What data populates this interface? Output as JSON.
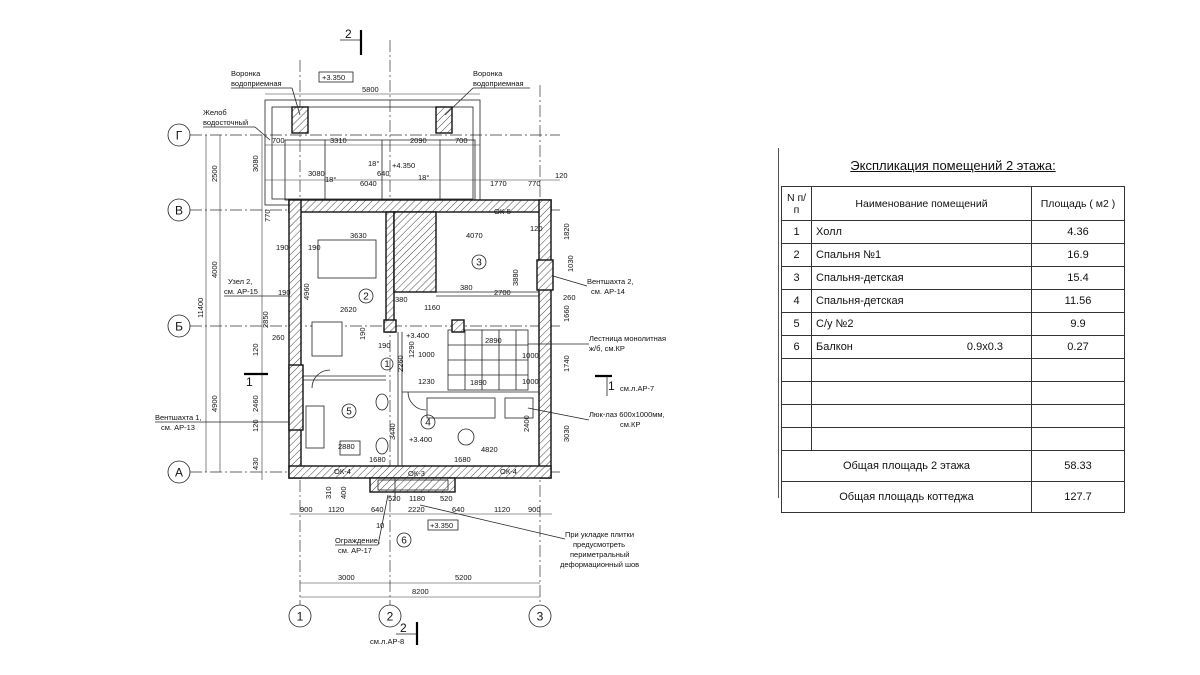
{
  "plan": {
    "axes_letters": [
      "Г",
      "В",
      "Б",
      "А"
    ],
    "axes_numbers": [
      "1",
      "2",
      "3"
    ],
    "section_mark": "2",
    "section_ref": "см.л.АР-8",
    "section_1_label": "1",
    "section_1_ref": "см.л.АР-7",
    "label_1_left": "1",
    "rooms": [
      "1",
      "2",
      "3",
      "4",
      "5",
      "6"
    ],
    "callouts": {
      "funnel_left": [
        "Воронка",
        "водоприемная"
      ],
      "funnel_right": [
        "Воронка",
        "водоприемная"
      ],
      "gutter": [
        "Желоб",
        "водосточный"
      ],
      "node2": [
        "Узел 2,",
        "см. АР-15"
      ],
      "vent2": [
        "Вентшахта 2,",
        "см. АР-14"
      ],
      "stairs": [
        "Лестница монолитная",
        "ж/б, см.КР"
      ],
      "vent1": [
        "Вентшахта 1,",
        "см. АР-13"
      ],
      "hatch": [
        "Люк-лаз 600х1000мм,",
        "см.КР"
      ],
      "fence": [
        "Ограждение,",
        "см. АР-17"
      ],
      "tiles": [
        "При укладке плитки",
        "предусмотреть",
        "периметральный",
        "деформационный шов"
      ]
    },
    "levels": [
      "+3.350",
      "+4.350",
      "+3.400",
      "+3.400",
      "+3.350"
    ],
    "dims_top": [
      "5800",
      "700",
      "3310",
      "2090",
      "700",
      "3080",
      "640",
      "6040",
      "1770",
      "770",
      "120"
    ],
    "dims_left": [
      "3080",
      "2500",
      "4000",
      "11400",
      "2850",
      "4900",
      "2460",
      "120",
      "430",
      "120"
    ],
    "dims_bottom_row1": [
      "900",
      "1120",
      "640",
      "2220",
      "640",
      "1120",
      "900"
    ],
    "dims_bottom_row2": [
      "3000",
      "5200"
    ],
    "dims_bottom_total": "8200",
    "dims_inner": [
      "3630",
      "4070",
      "190",
      "190",
      "4960",
      "2620",
      "380",
      "1160",
      "2700",
      "3880",
      "1820",
      "1030",
      "260",
      "1660",
      "2890",
      "1740",
      "1000",
      "1890",
      "3440",
      "2880",
      "1680",
      "1680",
      "4820",
      "2400",
      "3030",
      "520",
      "1180",
      "520",
      "310",
      "400",
      "10",
      "770",
      "18°",
      "18°",
      "18°",
      "ОК-5",
      "ОК-4",
      "ОК-4",
      "ОК-3",
      "1290",
      "190",
      "260",
      "190",
      "190",
      "120",
      "380",
      "1000",
      "1000",
      "1230",
      "2260"
    ]
  },
  "explication": {
    "title": "Экспликация помещений 2 этажа:",
    "headers": {
      "n": "N п/п",
      "name": "Наименование помещений",
      "area": "Площадь ( м2 )"
    },
    "rows": [
      {
        "n": "1",
        "name": "Холл",
        "extra": "",
        "area": "4.36"
      },
      {
        "n": "2",
        "name": "Спальня №1",
        "extra": "",
        "area": "16.9"
      },
      {
        "n": "3",
        "name": "Спальня-детская",
        "extra": "",
        "area": "15.4"
      },
      {
        "n": "4",
        "name": "Спальня-детская",
        "extra": "",
        "area": "11.56"
      },
      {
        "n": "5",
        "name": "С/у №2",
        "extra": "",
        "area": "9.9"
      },
      {
        "n": "6",
        "name": "Балкон",
        "extra": "0.9х0.3",
        "area": "0.27"
      }
    ],
    "empty_rows": 4,
    "totals": [
      {
        "label": "Общая площадь 2 этажа",
        "value": "58.33"
      },
      {
        "label": "Общая площадь коттеджа",
        "value": "127.7"
      }
    ]
  }
}
